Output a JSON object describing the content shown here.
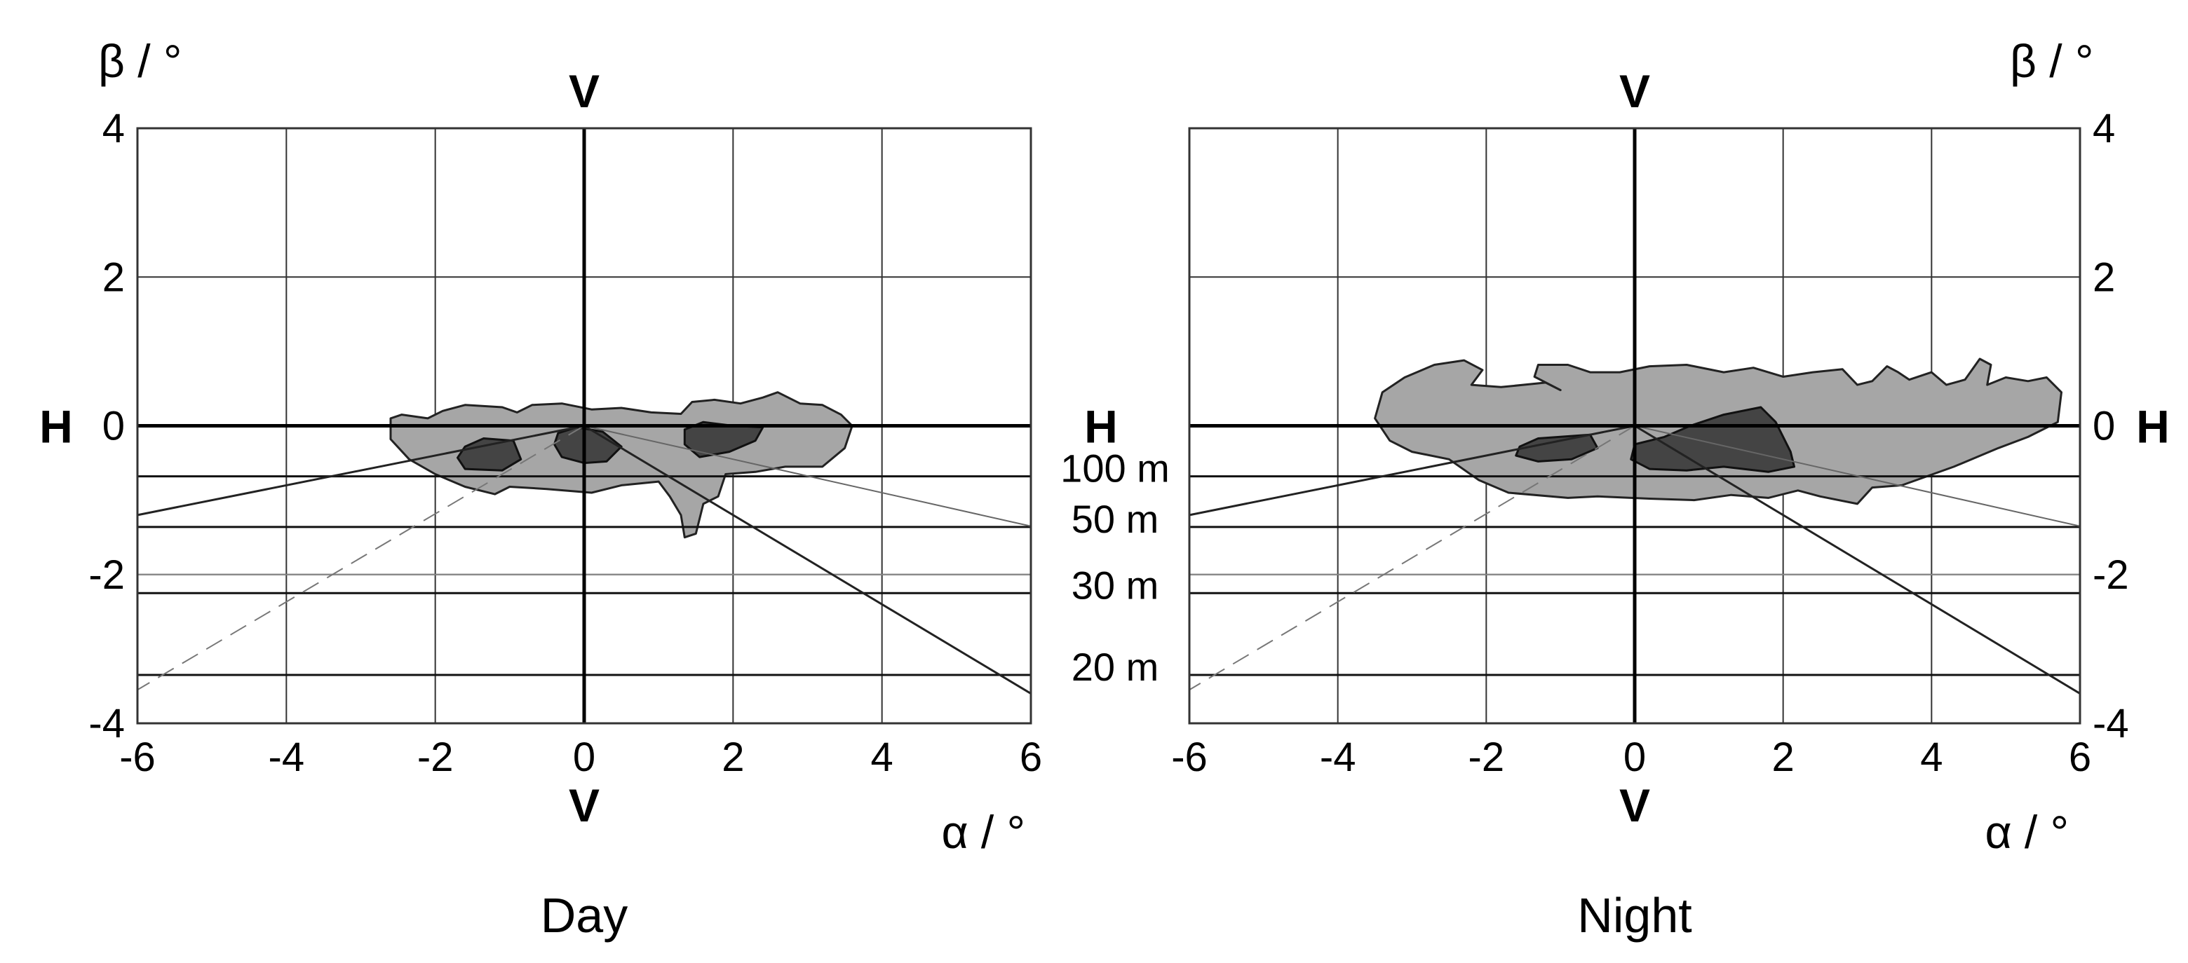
{
  "chart_data": [
    {
      "type": "area",
      "title": "Day",
      "xlabel": "α / °",
      "ylabel": "β / °",
      "xlim": [
        -6,
        6
      ],
      "ylim": [
        -4,
        4
      ],
      "x_ticks": [
        "-6",
        "-4",
        "-2",
        "0",
        "2",
        "4",
        "6"
      ],
      "y_ticks": [
        "4",
        "2",
        "0",
        "-2",
        "-4"
      ],
      "grid": true,
      "axis_marks": {
        "v": "V",
        "h": "H"
      },
      "distance_lines": [
        {
          "label": "100 m",
          "beta": -0.68
        },
        {
          "label": "50 m",
          "beta": -1.36
        },
        {
          "label": "30 m",
          "beta": -2.25
        },
        {
          "label": "20 m",
          "beta": -3.35
        }
      ],
      "extra_line_beta": -2.0,
      "rays": [
        {
          "from": [
            0,
            0
          ],
          "to": [
            -6,
            -1.2
          ],
          "style": "solid"
        },
        {
          "from": [
            0,
            0
          ],
          "to": [
            6,
            -1.35
          ],
          "style": "thin"
        },
        {
          "from": [
            0,
            0
          ],
          "to": [
            6,
            -3.6
          ],
          "style": "solid"
        },
        {
          "from": [
            0,
            0
          ],
          "to": [
            -6,
            -3.55
          ],
          "style": "dashed"
        }
      ],
      "outer_region": [
        [
          -2.6,
          0.1
        ],
        [
          -2.45,
          0.15
        ],
        [
          -2.1,
          0.1
        ],
        [
          -1.9,
          0.2
        ],
        [
          -1.6,
          0.28
        ],
        [
          -1.1,
          0.25
        ],
        [
          -0.9,
          0.18
        ],
        [
          -0.7,
          0.28
        ],
        [
          -0.3,
          0.3
        ],
        [
          0.1,
          0.22
        ],
        [
          0.5,
          0.24
        ],
        [
          0.9,
          0.18
        ],
        [
          1.3,
          0.16
        ],
        [
          1.45,
          0.32
        ],
        [
          1.75,
          0.35
        ],
        [
          2.1,
          0.3
        ],
        [
          2.4,
          0.38
        ],
        [
          2.6,
          0.45
        ],
        [
          2.9,
          0.3
        ],
        [
          3.2,
          0.28
        ],
        [
          3.45,
          0.15
        ],
        [
          3.6,
          0.0
        ],
        [
          3.5,
          -0.3
        ],
        [
          3.2,
          -0.55
        ],
        [
          2.7,
          -0.55
        ],
        [
          2.3,
          -0.62
        ],
        [
          1.9,
          -0.65
        ],
        [
          1.8,
          -0.95
        ],
        [
          1.6,
          -1.05
        ],
        [
          1.5,
          -1.45
        ],
        [
          1.35,
          -1.5
        ],
        [
          1.3,
          -1.2
        ],
        [
          1.15,
          -0.95
        ],
        [
          1.0,
          -0.75
        ],
        [
          0.5,
          -0.8
        ],
        [
          0.1,
          -0.9
        ],
        [
          -0.5,
          -0.85
        ],
        [
          -1.0,
          -0.82
        ],
        [
          -1.2,
          -0.92
        ],
        [
          -1.6,
          -0.82
        ],
        [
          -2.0,
          -0.65
        ],
        [
          -2.35,
          -0.45
        ],
        [
          -2.6,
          -0.18
        ]
      ],
      "inner_regions": [
        [
          [
            -1.6,
            -0.28
          ],
          [
            -1.35,
            -0.17
          ],
          [
            -0.95,
            -0.2
          ],
          [
            -0.85,
            -0.45
          ],
          [
            -1.1,
            -0.6
          ],
          [
            -1.6,
            -0.58
          ],
          [
            -1.7,
            -0.43
          ]
        ],
        [
          [
            -0.35,
            -0.1
          ],
          [
            -0.1,
            -0.02
          ],
          [
            0.25,
            -0.08
          ],
          [
            0.5,
            -0.28
          ],
          [
            0.3,
            -0.48
          ],
          [
            0.0,
            -0.5
          ],
          [
            -0.3,
            -0.42
          ],
          [
            -0.4,
            -0.25
          ]
        ],
        [
          [
            1.35,
            -0.05
          ],
          [
            1.6,
            0.05
          ],
          [
            2.0,
            0.0
          ],
          [
            2.4,
            -0.02
          ],
          [
            2.3,
            -0.2
          ],
          [
            1.95,
            -0.35
          ],
          [
            1.55,
            -0.42
          ],
          [
            1.35,
            -0.25
          ]
        ]
      ]
    },
    {
      "type": "area",
      "title": "Night",
      "xlabel": "α / °",
      "ylabel": "β / °",
      "xlim": [
        -6,
        6
      ],
      "ylim": [
        -4,
        4
      ],
      "x_ticks": [
        "-6",
        "-4",
        "-2",
        "0",
        "2",
        "4",
        "6"
      ],
      "y_ticks": [
        "4",
        "2",
        "0",
        "-2",
        "-4"
      ],
      "grid": true,
      "axis_marks": {
        "v": "V",
        "h": "H"
      },
      "distance_lines": [
        {
          "beta": -0.68
        },
        {
          "beta": -1.36
        },
        {
          "beta": -2.25
        },
        {
          "beta": -3.35
        }
      ],
      "extra_line_beta": -2.0,
      "rays": [
        {
          "from": [
            0,
            0
          ],
          "to": [
            -6,
            -1.2
          ],
          "style": "solid"
        },
        {
          "from": [
            0,
            0
          ],
          "to": [
            6,
            -1.35
          ],
          "style": "thin"
        },
        {
          "from": [
            0,
            0
          ],
          "to": [
            6,
            -3.6
          ],
          "style": "solid"
        },
        {
          "from": [
            0,
            0
          ],
          "to": [
            -6,
            -3.55
          ],
          "style": "dashed"
        }
      ],
      "outer_region": [
        [
          -3.5,
          0.1
        ],
        [
          -3.4,
          0.45
        ],
        [
          -3.1,
          0.65
        ],
        [
          -2.7,
          0.82
        ],
        [
          -2.3,
          0.88
        ],
        [
          -2.05,
          0.75
        ],
        [
          -2.2,
          0.55
        ],
        [
          -1.8,
          0.52
        ],
        [
          -1.2,
          0.58
        ],
        [
          -1.0,
          0.48
        ],
        [
          -1.35,
          0.66
        ],
        [
          -1.3,
          0.82
        ],
        [
          -0.9,
          0.82
        ],
        [
          -0.6,
          0.72
        ],
        [
          -0.2,
          0.72
        ],
        [
          0.2,
          0.8
        ],
        [
          0.7,
          0.82
        ],
        [
          1.2,
          0.72
        ],
        [
          1.6,
          0.78
        ],
        [
          2.0,
          0.66
        ],
        [
          2.4,
          0.72
        ],
        [
          2.8,
          0.76
        ],
        [
          3.0,
          0.55
        ],
        [
          3.2,
          0.6
        ],
        [
          3.4,
          0.8
        ],
        [
          3.55,
          0.72
        ],
        [
          3.7,
          0.62
        ],
        [
          4.0,
          0.72
        ],
        [
          4.2,
          0.55
        ],
        [
          4.45,
          0.62
        ],
        [
          4.65,
          0.9
        ],
        [
          4.8,
          0.82
        ],
        [
          4.75,
          0.55
        ],
        [
          5.0,
          0.65
        ],
        [
          5.3,
          0.6
        ],
        [
          5.55,
          0.65
        ],
        [
          5.75,
          0.45
        ],
        [
          5.7,
          0.05
        ],
        [
          5.3,
          -0.15
        ],
        [
          4.9,
          -0.3
        ],
        [
          4.3,
          -0.55
        ],
        [
          3.6,
          -0.8
        ],
        [
          3.2,
          -0.83
        ],
        [
          3.0,
          -1.05
        ],
        [
          2.5,
          -0.95
        ],
        [
          2.2,
          -0.87
        ],
        [
          1.8,
          -0.97
        ],
        [
          1.3,
          -0.93
        ],
        [
          0.8,
          -1.0
        ],
        [
          0.2,
          -0.98
        ],
        [
          -0.5,
          -0.95
        ],
        [
          -0.9,
          -0.97
        ],
        [
          -1.7,
          -0.9
        ],
        [
          -2.1,
          -0.73
        ],
        [
          -2.5,
          -0.45
        ],
        [
          -3.0,
          -0.35
        ],
        [
          -3.3,
          -0.2
        ]
      ],
      "inner_regions": [
        [
          [
            -1.55,
            -0.28
          ],
          [
            -1.3,
            -0.17
          ],
          [
            -0.6,
            -0.12
          ],
          [
            -0.5,
            -0.3
          ],
          [
            -0.85,
            -0.45
          ],
          [
            -1.3,
            -0.48
          ],
          [
            -1.6,
            -0.4
          ]
        ],
        [
          [
            0.0,
            -0.25
          ],
          [
            0.4,
            -0.15
          ],
          [
            0.75,
            0.0
          ],
          [
            1.2,
            0.15
          ],
          [
            1.7,
            0.25
          ],
          [
            1.9,
            0.05
          ],
          [
            2.1,
            -0.35
          ],
          [
            2.15,
            -0.55
          ],
          [
            1.8,
            -0.62
          ],
          [
            1.2,
            -0.55
          ],
          [
            0.7,
            -0.6
          ],
          [
            0.2,
            -0.58
          ],
          [
            -0.05,
            -0.45
          ]
        ]
      ]
    }
  ]
}
